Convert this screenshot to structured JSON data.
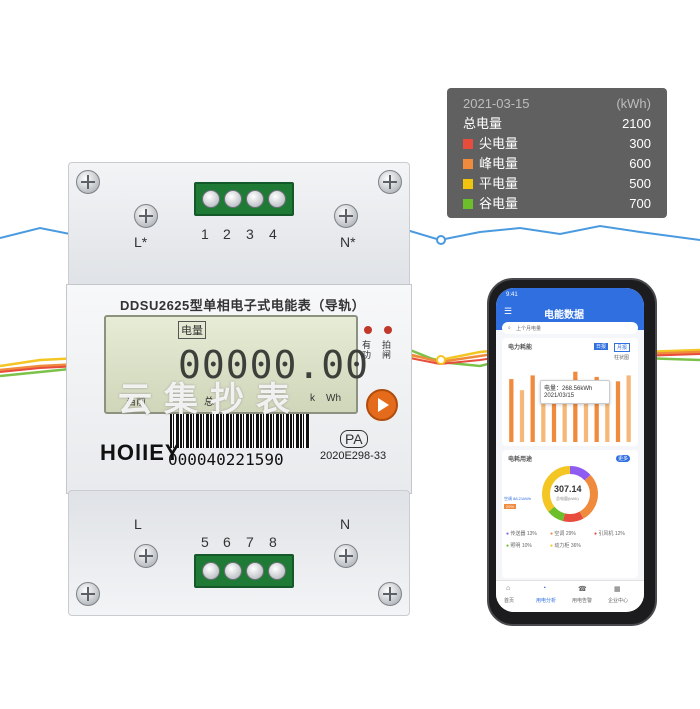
{
  "tooltip": {
    "date": "2021-03-15",
    "unit": "(kWh)",
    "total_label": "总电量",
    "total_value": "2100",
    "items": [
      {
        "label": "尖电量",
        "value": "300",
        "color": "#e74c3c"
      },
      {
        "label": "峰电量",
        "value": "600",
        "color": "#f08a3c"
      },
      {
        "label": "平电量",
        "value": "500",
        "color": "#f1c40f"
      },
      {
        "label": "谷电量",
        "value": "700",
        "color": "#6cbf2a"
      }
    ]
  },
  "lines": {
    "blue": "#4a9ae0",
    "green": "#7cc24a",
    "yellow": "#f3c623",
    "orange": "#f08a3c",
    "red": "#e74c3c"
  },
  "meter": {
    "top_terminals": [
      "1",
      "2",
      "3",
      "4"
    ],
    "top_l": "L*",
    "top_n": "N*",
    "model": "DDSU2625型单相电子式电能表（导轨）",
    "lcd_tag": "电量",
    "lcd_value": "00000.00",
    "lcd_current": "当前",
    "lcd_total": "总",
    "lcd_k": "k",
    "lcd_unit": "Wh",
    "led1_a": "有",
    "led1_b": "功",
    "led2_a": "拍",
    "led2_b": "闸",
    "brand": "HOlIEY",
    "serial": "000040221590",
    "cert_mark": "PA",
    "cert_code": "2020E298-33",
    "watermark": "云集抄表",
    "bottom_terminals": [
      "5",
      "6",
      "7",
      "8"
    ],
    "bottom_l": "L",
    "bottom_n": "N"
  },
  "phone": {
    "time": "9:41",
    "title": "电能数据",
    "search_placeholder": "上个月电量",
    "section1": "电力耗能",
    "tag_day": "日报",
    "tag_month": "月报",
    "chart_label": "柱状图",
    "bar_heights": [
      0.85,
      0.7,
      0.9,
      0.6,
      0.8,
      0.75,
      0.95,
      0.65,
      0.88,
      0.72,
      0.82,
      0.9
    ],
    "popup_value": "电量：268.56kWh",
    "popup_date": "2021/03/15",
    "section2": "电耗用途",
    "more": "更多",
    "donut_value": "307.14",
    "donut_sub": "总电量(kWh)",
    "left_note": "空调 88.21kWh",
    "left_pct": "29%",
    "donut_segments": [
      {
        "share": 0.13,
        "color": "#8e5cf0"
      },
      {
        "share": 0.29,
        "color": "#f08a3c"
      },
      {
        "share": 0.12,
        "color": "#e74c3c"
      },
      {
        "share": 0.1,
        "color": "#6cbf2a"
      },
      {
        "share": 0.36,
        "color": "#f3c623"
      }
    ],
    "legend": [
      {
        "label": "传送器",
        "pct": "13%",
        "color": "#8e5cf0"
      },
      {
        "label": "空调",
        "pct": "29%",
        "color": "#f08a3c"
      },
      {
        "label": "引风机",
        "pct": "12%",
        "color": "#e74c3c"
      },
      {
        "label": "照明",
        "pct": "10%",
        "color": "#6cbf2a"
      },
      {
        "label": "动力柜",
        "pct": "36%",
        "color": "#f3c623"
      }
    ],
    "nav": [
      "首页",
      "用电分析",
      "用电告警",
      "企业中心"
    ]
  }
}
